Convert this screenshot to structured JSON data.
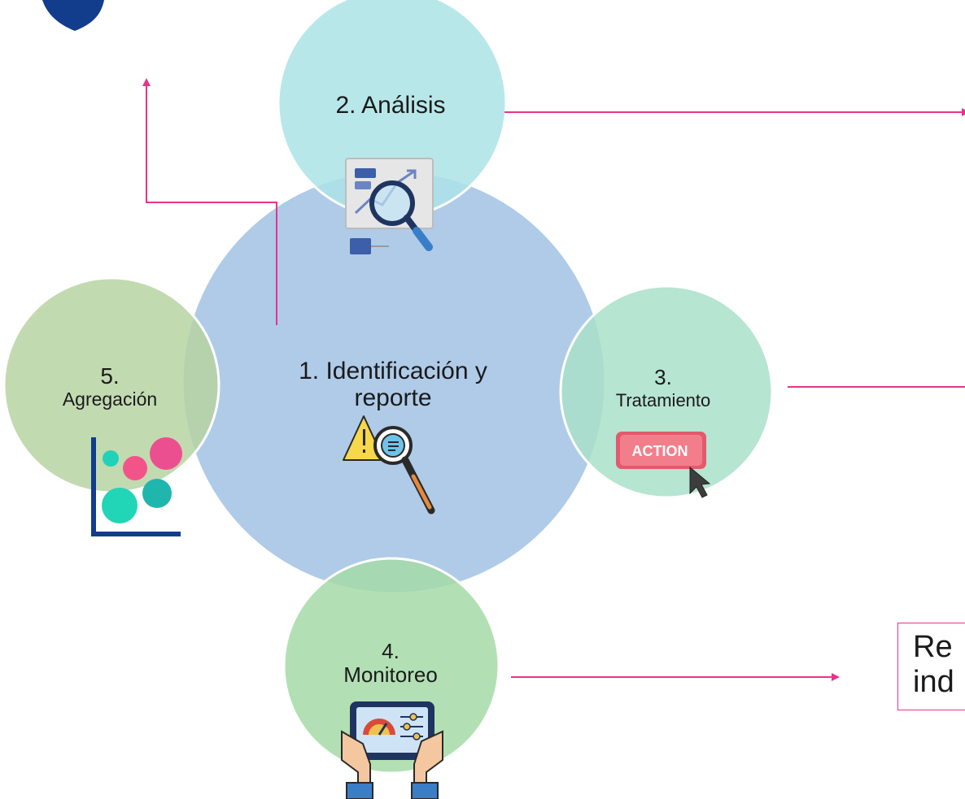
{
  "diagram": {
    "center": {
      "label": "1. Identificación y reporte"
    },
    "nodes": [
      {
        "id": "analisis",
        "label": "2. Análisis"
      },
      {
        "id": "tratamiento",
        "number": "3.",
        "label": "Tratamiento"
      },
      {
        "id": "monitoreo",
        "number": "4.",
        "label": "Monitoreo"
      },
      {
        "id": "agregacion",
        "number": "5.",
        "label": "Agregación"
      }
    ],
    "action_badge": "ACTION",
    "report_box": {
      "line1": "Re",
      "line2": "ind"
    }
  },
  "colors": {
    "center_circle": "#afcbe8",
    "analisis_circle": "#abe3e6",
    "tratamiento_circle": "#a9e1c9",
    "monitoreo_circle": "#a5dba7",
    "agregacion_circle": "#b7d4a2",
    "arrow": "#e8338a",
    "navy": "#123d8c"
  }
}
